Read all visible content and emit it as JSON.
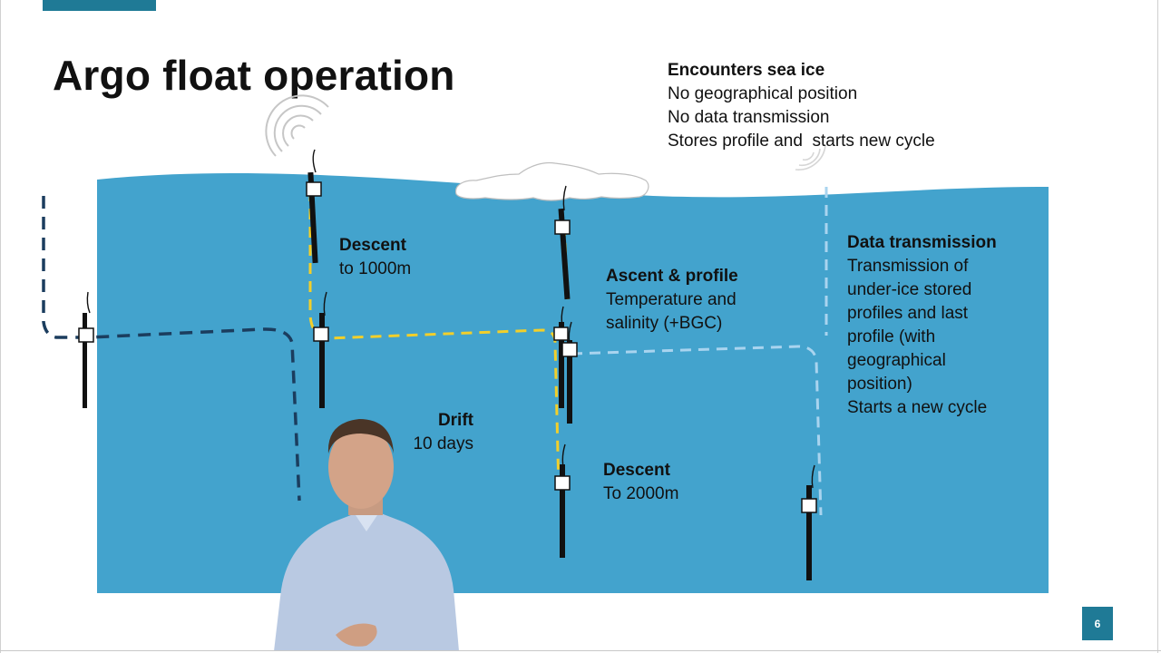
{
  "title": "Argo float operation",
  "colors": {
    "ocean": "#43a3cd",
    "accent": "#1f7a96",
    "path_dark": "#1b3d5e",
    "path_yellow": "#f2cf2a",
    "path_light": "#a9d4ef"
  },
  "labels": {
    "sea_ice": {
      "heading": "Encounters sea ice",
      "lines": [
        "No geographical position",
        "No data transmission",
        "Stores profile and  starts new cycle"
      ]
    },
    "descent1": {
      "heading": "Descent",
      "body": "to 1000m"
    },
    "ascent": {
      "heading": "Ascent & profile",
      "lines": [
        "Temperature and",
        "salinity (+BGC)"
      ]
    },
    "data_transmission": {
      "heading": "Data transmission",
      "lines": [
        "Transmission of",
        "under-ice stored",
        "profiles and last",
        "profile (with",
        "geographical",
        "position)",
        "Starts a new cycle"
      ]
    },
    "drift": {
      "heading": "Drift",
      "body": "10 days"
    },
    "descent2": {
      "heading": "Descent",
      "body": "To 2000m"
    }
  },
  "page_number": "6"
}
